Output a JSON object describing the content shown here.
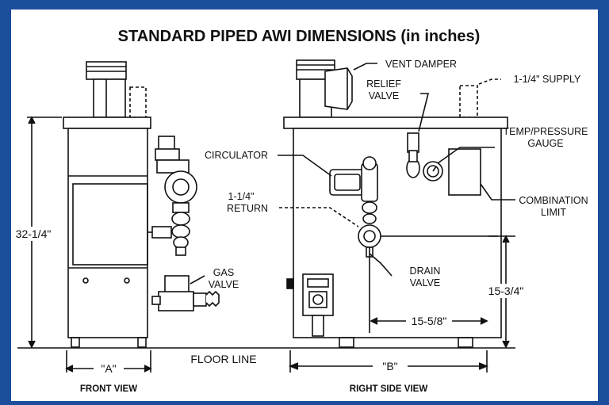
{
  "title": "STANDARD PIPED AWI DIMENSIONS (in inches)",
  "labels": {
    "vent_damper": "VENT DAMPER",
    "relief_valve_1": "RELIEF",
    "relief_valve_2": "VALVE",
    "supply": "1-1/4\" SUPPLY",
    "temp_pressure_1": "TEMP/PRESSURE",
    "temp_pressure_2": "GAUGE",
    "circulator": "CIRCULATOR",
    "return_1": "1-1/4\"",
    "return_2": "RETURN",
    "combination_1": "COMBINATION",
    "combination_2": "LIMIT",
    "drain_1": "DRAIN",
    "drain_2": "VALVE",
    "gas_1": "GAS",
    "gas_2": "VALVE",
    "floor_line": "FLOOR LINE"
  },
  "dimensions": {
    "height": "32-1/4\"",
    "width_front": "\"A\"",
    "width_side": "\"B\"",
    "return_height": "15-3/4\"",
    "return_offset": "15-5/8\""
  },
  "views": {
    "front": "FRONT VIEW",
    "side": "RIGHT SIDE VIEW"
  },
  "colors": {
    "frame": "#1d4e9c",
    "panel": "#ffffff",
    "ink": "#111111"
  }
}
